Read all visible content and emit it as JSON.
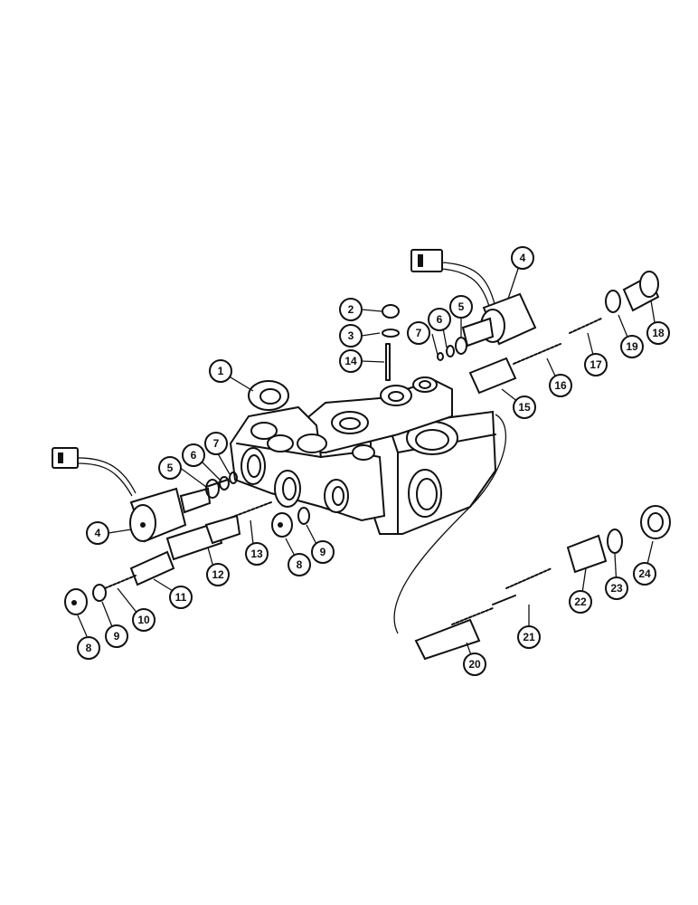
{
  "callouts": [
    {
      "id": "c1",
      "label": "1"
    },
    {
      "id": "c2",
      "label": "2"
    },
    {
      "id": "c3",
      "label": "3"
    },
    {
      "id": "c4a",
      "label": "4"
    },
    {
      "id": "c4b",
      "label": "4"
    },
    {
      "id": "c5a",
      "label": "5"
    },
    {
      "id": "c5b",
      "label": "5"
    },
    {
      "id": "c6a",
      "label": "6"
    },
    {
      "id": "c6b",
      "label": "6"
    },
    {
      "id": "c7a",
      "label": "7"
    },
    {
      "id": "c7b",
      "label": "7"
    },
    {
      "id": "c8a",
      "label": "8"
    },
    {
      "id": "c8b",
      "label": "8"
    },
    {
      "id": "c9a",
      "label": "9"
    },
    {
      "id": "c9b",
      "label": "9"
    },
    {
      "id": "c10",
      "label": "10"
    },
    {
      "id": "c11",
      "label": "11"
    },
    {
      "id": "c12",
      "label": "12"
    },
    {
      "id": "c13",
      "label": "13"
    },
    {
      "id": "c14",
      "label": "14"
    },
    {
      "id": "c15",
      "label": "15"
    },
    {
      "id": "c16",
      "label": "16"
    },
    {
      "id": "c17",
      "label": "17"
    },
    {
      "id": "c18",
      "label": "18"
    },
    {
      "id": "c19",
      "label": "19"
    },
    {
      "id": "c20",
      "label": "20"
    },
    {
      "id": "c21",
      "label": "21"
    },
    {
      "id": "c22",
      "label": "22"
    },
    {
      "id": "c23",
      "label": "23"
    },
    {
      "id": "c24",
      "label": "24"
    }
  ]
}
